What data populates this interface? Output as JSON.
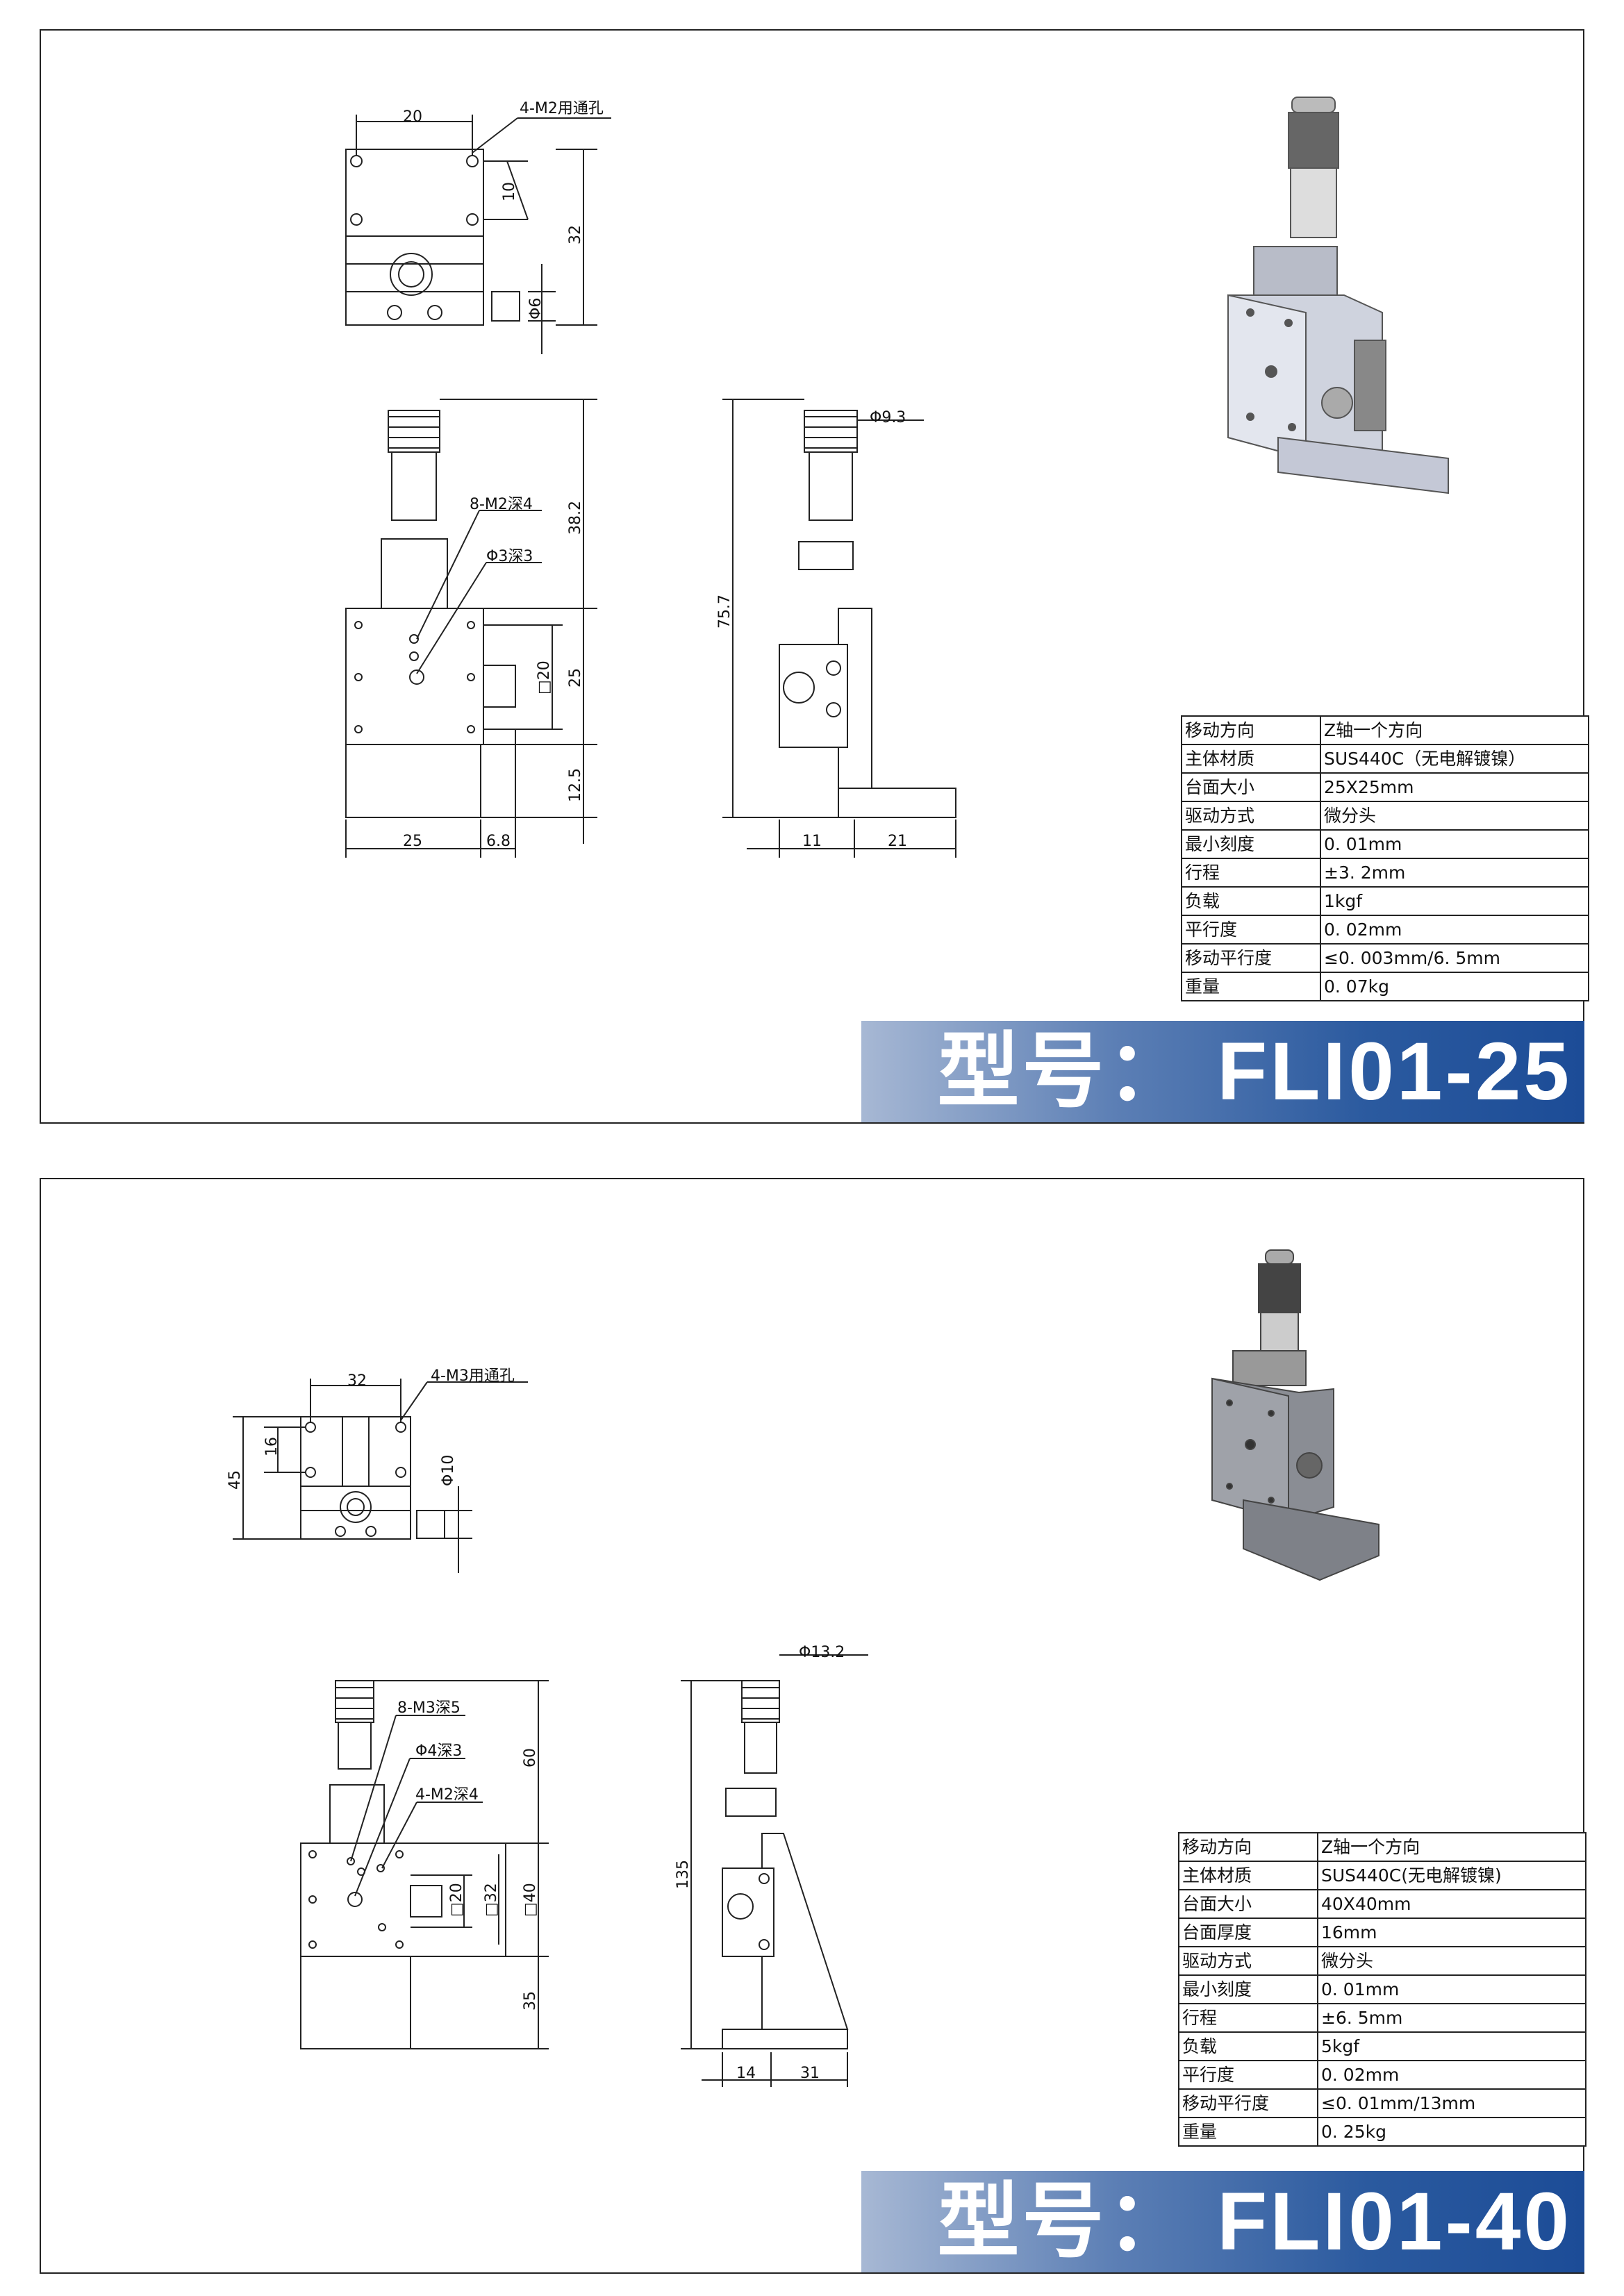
{
  "products": [
    {
      "model_title": "型号： FLI01-25",
      "dims": {
        "top_w": "20",
        "top_holes": "4-M2用通孔",
        "top_pitch": "10",
        "top_h": "32",
        "knob_d": "Φ6",
        "front_tap": "8-M2深4",
        "front_hole": "Φ3深3",
        "front_h1": "38.2",
        "front_sq": "□20",
        "front_h2": "25",
        "front_h3": "12.5",
        "front_w1": "25",
        "front_w2": "6.8",
        "side_mic_d": "Φ9.3",
        "side_total_h": "75.7",
        "side_w1": "11",
        "side_w2": "21"
      },
      "specs": [
        {
          "k": "移动方向",
          "v": "Z轴一个方向"
        },
        {
          "k": "主体材质",
          "v": "SUS440C（无电解镀镍）"
        },
        {
          "k": "台面大小",
          "v": "25X25mm"
        },
        {
          "k": "驱动方式",
          "v": "微分头"
        },
        {
          "k": "最小刻度",
          "v": "0. 01mm"
        },
        {
          "k": "行程",
          "v": "±3. 2mm"
        },
        {
          "k": "负载",
          "v": "1kgf"
        },
        {
          "k": "平行度",
          "v": "0. 02mm"
        },
        {
          "k": "移动平行度",
          "v": "≤0. 003mm/6. 5mm"
        },
        {
          "k": "重量",
          "v": "0. 07kg"
        }
      ]
    },
    {
      "model_title": "型号： FLI01-40",
      "dims": {
        "top_w": "32",
        "top_holes": "4-M3用通孔",
        "top_pitch": "16",
        "top_h": "45",
        "knob_d": "Φ10",
        "front_tap": "8-M3深5",
        "front_hole": "Φ4深3",
        "front_tap2": "4-M2深4",
        "front_h1": "60",
        "front_sq1": "□20",
        "front_sq2": "□32",
        "front_sq3": "□40",
        "front_h3": "35",
        "side_mic_d": "Φ13.2",
        "side_total_h": "135",
        "side_w1": "14",
        "side_w2": "31"
      },
      "specs": [
        {
          "k": "移动方向",
          "v": "Z轴一个方向"
        },
        {
          "k": "主体材质",
          "v": "SUS440C(无电解镀镍)"
        },
        {
          "k": "台面大小",
          "v": "40X40mm"
        },
        {
          "k": "台面厚度",
          "v": "16mm"
        },
        {
          "k": "驱动方式",
          "v": "微分头"
        },
        {
          "k": "最小刻度",
          "v": "0. 01mm"
        },
        {
          "k": "行程",
          "v": "±6. 5mm"
        },
        {
          "k": "负载",
          "v": "5kgf"
        },
        {
          "k": "平行度",
          "v": "0. 02mm"
        },
        {
          "k": "移动平行度",
          "v": "≤0. 01mm/13mm"
        },
        {
          "k": "重量",
          "v": "0. 25kg"
        }
      ]
    }
  ]
}
